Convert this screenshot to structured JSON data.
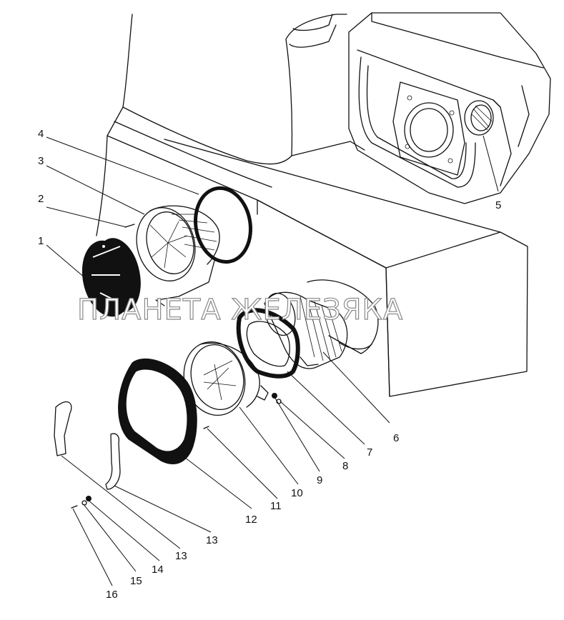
{
  "watermark": "ПЛАНЕТА ЖЕЛЕЗЯКА",
  "callouts": [
    "1",
    "2",
    "3",
    "4",
    "5",
    "6",
    "7",
    "8",
    "9",
    "10",
    "11",
    "12",
    "13",
    "13",
    "14",
    "15",
    "16"
  ]
}
